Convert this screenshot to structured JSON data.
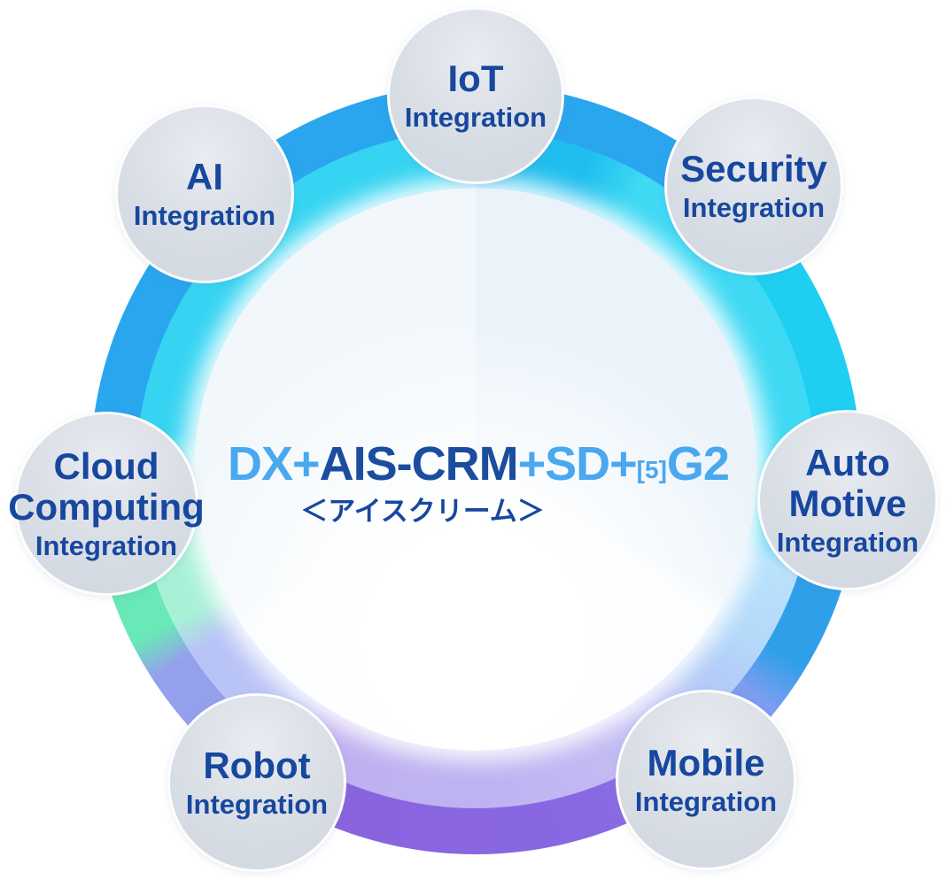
{
  "diagram": {
    "center": {
      "formula_full": "DX+AIS-CRM+SD+[5]G2",
      "formula_segments": [
        {
          "text": "DX+",
          "tone": "light"
        },
        {
          "text": "AIS-CRM",
          "tone": "dark"
        },
        {
          "text": "+SD+",
          "tone": "light"
        },
        {
          "text": "[5]",
          "tone": "light-small"
        },
        {
          "text": "G2",
          "tone": "light"
        }
      ],
      "subtitle_jp": "＜アイスクリーム＞"
    },
    "satellites": [
      {
        "id": "iot",
        "title": "IoT",
        "subtitle": "Integration"
      },
      {
        "id": "security",
        "title": "Security",
        "subtitle": "Integration"
      },
      {
        "id": "automotive",
        "title_lines": [
          "Auto",
          "Motive"
        ],
        "subtitle": "Integration"
      },
      {
        "id": "mobile",
        "title": "Mobile",
        "subtitle": "Integration"
      },
      {
        "id": "robot",
        "title": "Robot",
        "subtitle": "Integration"
      },
      {
        "id": "cloud",
        "title_lines": [
          "Cloud",
          "Computing"
        ],
        "subtitle": "Integration"
      },
      {
        "id": "ai",
        "title": "AI",
        "subtitle": "Integration"
      }
    ],
    "colors": {
      "text_dark_navy": "#17479f",
      "text_light_blue": "#49a8ef",
      "ring_cyan": "#1ecff2",
      "ring_blue": "#2aa6ee",
      "ring_medium_blue": "#2f9fe9",
      "ring_purple": "#8a63de",
      "ring_periwinkle": "#95a0ec",
      "ring_mint": "#69e8b8",
      "ring_teal": "#3fd4d8",
      "ring_lavender_inner": "#beb2f1",
      "satellite_fill": "#d8dde4"
    }
  }
}
